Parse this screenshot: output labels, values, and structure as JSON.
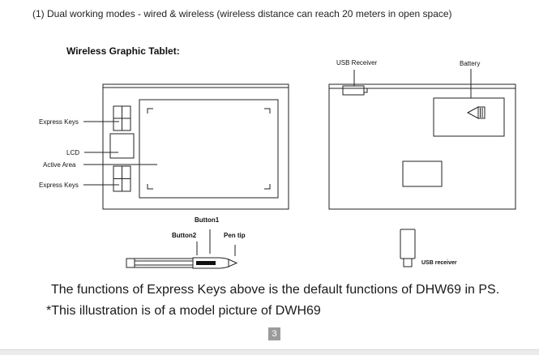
{
  "heading": "(1) Dual working modes - wired & wireless (wireless distance can reach 20 meters in open space)",
  "subtitle": "Wireless Graphic Tablet:",
  "labels": {
    "express_keys_top": "Express Keys",
    "lcd": "LCD",
    "active_area": "Active Area",
    "express_keys_bottom": "Express Keys",
    "usb_receiver_top": "USB Receiver",
    "battery": "Battery",
    "button1": "Button1",
    "button2": "Button2",
    "pen_tip": "Pen tip",
    "usb_receiver_bottom": "USB receiver"
  },
  "note1": "The functions of Express Keys above is the default functions of DHW69 in PS.",
  "note2": "*This illustration is of a model picture of DWH69",
  "page_number": "3"
}
